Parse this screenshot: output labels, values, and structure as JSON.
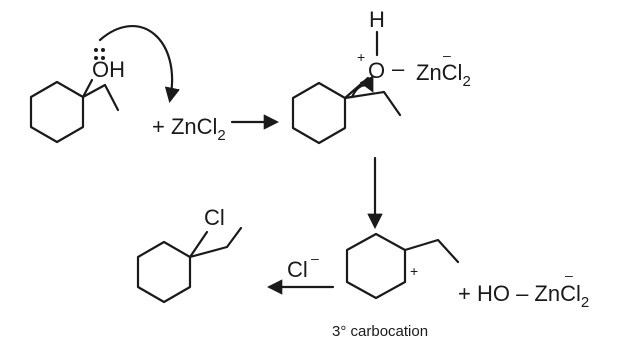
{
  "reactant": {
    "oh_label": "OH",
    "plus_reagent": "+ ZnCl",
    "reagent_sub": "2"
  },
  "complex": {
    "h_label": "H",
    "o_label": "O",
    "o_charge": "+",
    "dash": "–",
    "zn_label": "ZnCl",
    "zn_charge": "–",
    "zn_sub": "2"
  },
  "carbocation": {
    "charge": "+",
    "byproduct": "+ HO – ZnCl",
    "byproduct_charge": "–",
    "byproduct_sub": "2",
    "caption": "3° carbocation"
  },
  "attack": {
    "nucleophile": "Cl",
    "nucleophile_charge": "–"
  },
  "product": {
    "cl_label": "Cl"
  }
}
